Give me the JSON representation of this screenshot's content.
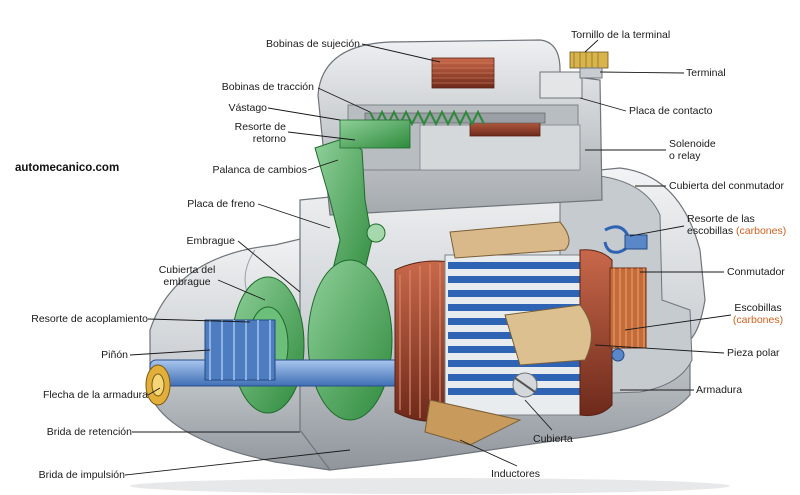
{
  "watermark": "automecanico.com",
  "labels": {
    "bobinas_sujecion": "Bobinas de sujeción",
    "bobinas_traccion": "Bobinas de tracción",
    "vastago": "Vástago",
    "resorte_retorno_1": "Resorte de",
    "resorte_retorno_2": "retorno",
    "palanca_cambios": "Palanca de cambios",
    "placa_freno": "Placa de freno",
    "embrague": "Embrague",
    "cubierta_embrague_1": "Cubierta del",
    "cubierta_embrague_2": "embrague",
    "resorte_acoplamiento": "Resorte de acoplamiento",
    "pinon": "Piñón",
    "flecha_armadura": "Flecha de la armadura",
    "brida_retencion": "Brida de retención",
    "brida_impulsion": "Brida de impulsión",
    "tornillo_terminal": "Tornillo de la terminal",
    "terminal": "Terminal",
    "placa_contacto": "Placa de contacto",
    "solenoide_1": "Solenoide",
    "solenoide_2": "o relay",
    "cubierta_conmutador": "Cubierta del conmutador",
    "resorte_escobillas_1": "Resorte de las",
    "resorte_escobillas_2": "escobillas",
    "resorte_escobillas_3": "(carbones)",
    "conmutador": "Conmutador",
    "escobillas_1": "Escobillas",
    "escobillas_2": "(carbones)",
    "pieza_polar": "Pieza polar",
    "armadura": "Armadura",
    "cubierta": "Cubierta",
    "inductores": "Inductores"
  },
  "colors": {
    "housing": "#d9dcdf",
    "housing_dark": "#8d9297",
    "green": "#3fa34d",
    "copper": "#a8482e",
    "blue": "#5a87c8",
    "winding": "#2f63b4",
    "tan": "#d9b98a",
    "orange_text": "#d0601e"
  }
}
